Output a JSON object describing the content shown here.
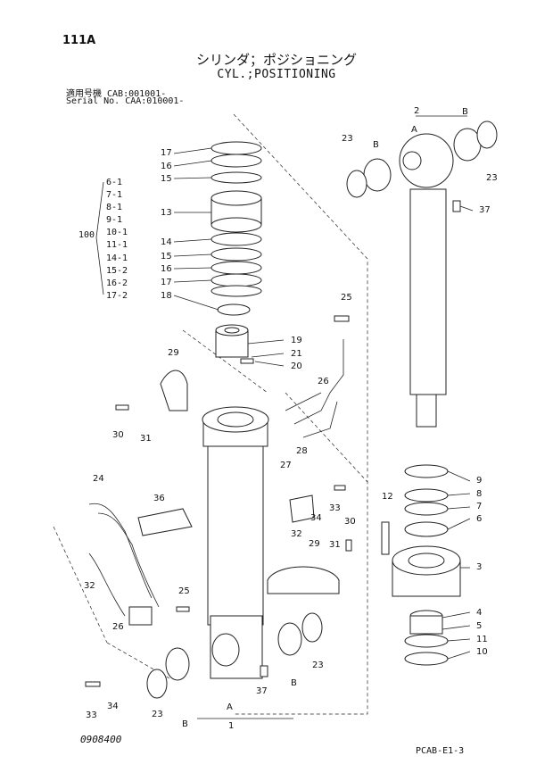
{
  "header": {
    "page_number": "111A",
    "title_jp": "シリンダ；ポジショニング",
    "title_en": "CYL.;POSITIONING",
    "serial_jp": "適用号機  CAB:001001-",
    "serial_en": "Serial No. CAA:010001-"
  },
  "footer": {
    "doc_code": "0908400",
    "ref_code": "PCAB-E1-3"
  },
  "kit": {
    "group_label": "100",
    "items": [
      "6-1",
      "7-1",
      "8-1",
      "9-1",
      "10-1",
      "11-1",
      "14-1",
      "15-2",
      "16-2",
      "17-2"
    ]
  },
  "callouts": {
    "n1": "1",
    "n2": "2",
    "n3": "3",
    "n4": "4",
    "n5": "5",
    "n6": "6",
    "n7": "7",
    "n8": "8",
    "n9": "9",
    "n10": "10",
    "n11": "11",
    "n12": "12",
    "n13": "13",
    "n14": "14",
    "n15a": "15",
    "n15b": "15",
    "n16a": "16",
    "n16b": "16",
    "n17a": "17",
    "n17b": "17",
    "n18": "18",
    "n19": "19",
    "n20": "20",
    "n21": "21",
    "n23a": "23",
    "n23b": "23",
    "n23c": "23",
    "n23d": "23",
    "n24": "24",
    "n25a": "25",
    "n25b": "25",
    "n26a": "26",
    "n26b": "26",
    "n27": "27",
    "n28": "28",
    "n29a": "29",
    "n29b": "29",
    "n30a": "30",
    "n30b": "30",
    "n31a": "31",
    "n31b": "31",
    "n32a": "32",
    "n32b": "32",
    "n33a": "33",
    "n33b": "33",
    "n34a": "34",
    "n34b": "34",
    "n36": "36",
    "n37a": "37",
    "n37b": "37",
    "A1": "A",
    "A2": "A",
    "B1": "B",
    "B2": "B",
    "B3": "B",
    "B4": "B"
  }
}
